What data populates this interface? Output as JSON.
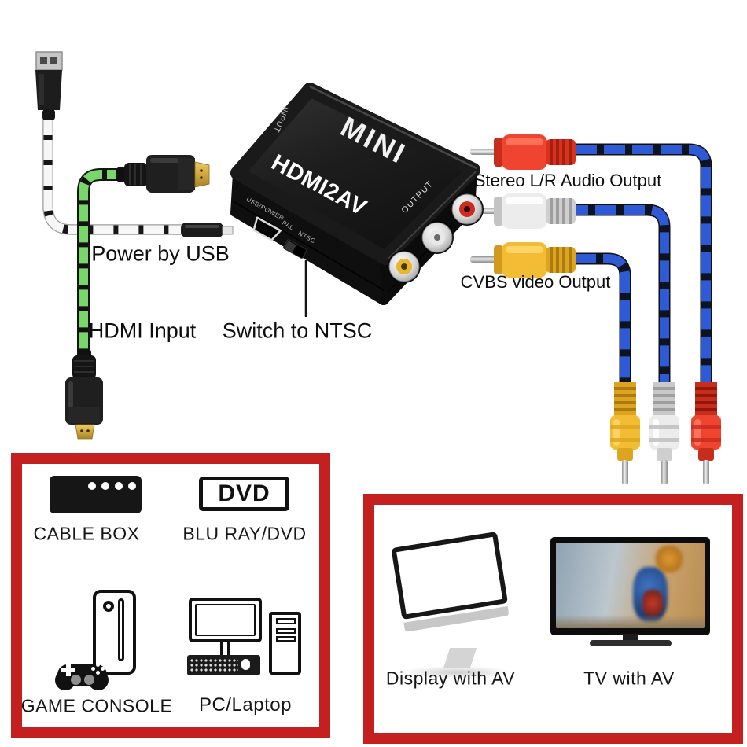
{
  "device": {
    "brand": "MINI",
    "model": "HDMI2AV",
    "port_labels": {
      "input": "INPUT",
      "output": "OUTPUT",
      "usb_power": "USB/POWER",
      "pal": "PAL",
      "ntsc": "NTSC"
    }
  },
  "annotations": {
    "power_by_usb": "Power by USB",
    "hdmi_input": "HDMI Input",
    "switch_to_ntsc": "Switch to NTSC",
    "stereo_output": "Stereo L/R Audio Output",
    "cvbs_output": "CVBS video Output"
  },
  "sources": {
    "items": [
      {
        "label": "CABLE BOX",
        "icon": "cable-box-icon"
      },
      {
        "label": "BLU RAY/DVD",
        "icon": "dvd-logo-icon",
        "logo_text": "DVD"
      },
      {
        "label": "GAME CONSOLE",
        "icon": "game-console-icon"
      },
      {
        "label": "PC/Laptop",
        "icon": "desktop-pc-icon"
      }
    ]
  },
  "sinks": {
    "items": [
      {
        "label": "Display with AV",
        "icon": "monitor-display-icon"
      },
      {
        "label": "TV with AV",
        "icon": "tv-icon"
      }
    ]
  },
  "colors": {
    "accent_red": "#c42020",
    "cable_blue": "#2e5ad5",
    "cable_green": "#79d66a",
    "rca_red": "#ef4530",
    "rca_white": "#ececec",
    "rca_yellow": "#f3bc35",
    "hdmi_gold": "#d0a63e",
    "device_black": "#141414"
  }
}
